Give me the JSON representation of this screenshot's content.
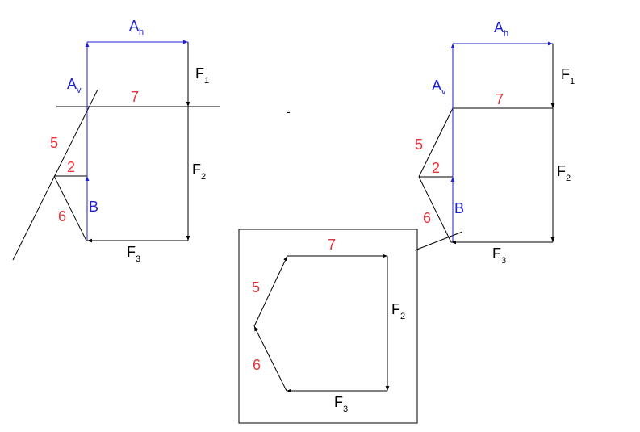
{
  "colors": {
    "force_black": "#000000",
    "reaction_blue": "#1f1fd6",
    "member_red": "#e8333a",
    "background": "#ffffff"
  },
  "labels": {
    "Ah": {
      "main": "A",
      "sub": "h"
    },
    "Av": {
      "main": "A",
      "sub": "v"
    },
    "F1": {
      "main": "F",
      "sub": "1"
    },
    "F2": {
      "main": "F",
      "sub": "2"
    },
    "F3": {
      "main": "F",
      "sub": "3"
    },
    "B": "B",
    "m7": "7",
    "m5": "5",
    "m2": "2",
    "m6": "6"
  },
  "center_mark": "-"
}
